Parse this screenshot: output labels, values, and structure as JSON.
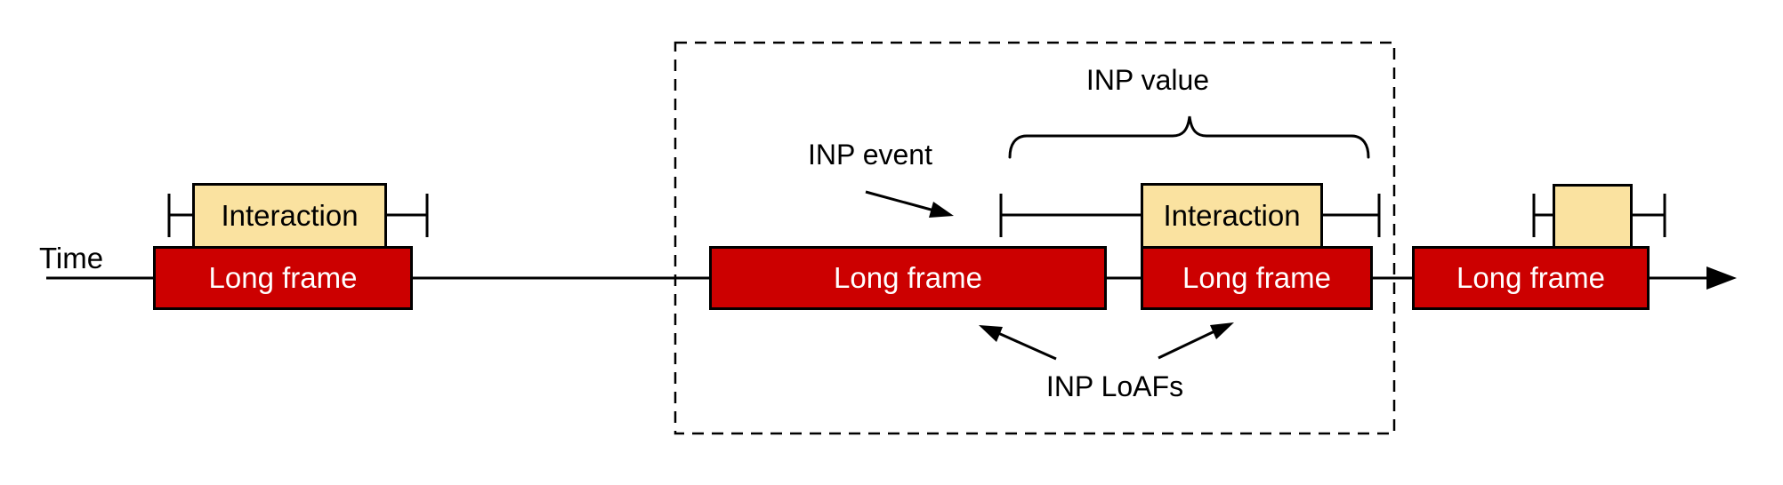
{
  "diagram": {
    "timeline_label": "Time",
    "long_frames": [
      {
        "label": "Long frame"
      },
      {
        "label": "Long frame"
      },
      {
        "label": "Long frame"
      },
      {
        "label": "Long frame"
      }
    ],
    "interactions": [
      {
        "label": "Interaction"
      },
      {
        "label": "Interaction"
      },
      {
        "label": ""
      }
    ],
    "annotations": {
      "inp_event": "INP event",
      "inp_value": "INP value",
      "inp_loafs": "INP LoAFs"
    },
    "colors": {
      "long_frame_fill": "#cc0000",
      "long_frame_text": "#ffffff",
      "interaction_fill": "#fae2a0",
      "outline": "#000000",
      "background": "#ffffff"
    }
  }
}
